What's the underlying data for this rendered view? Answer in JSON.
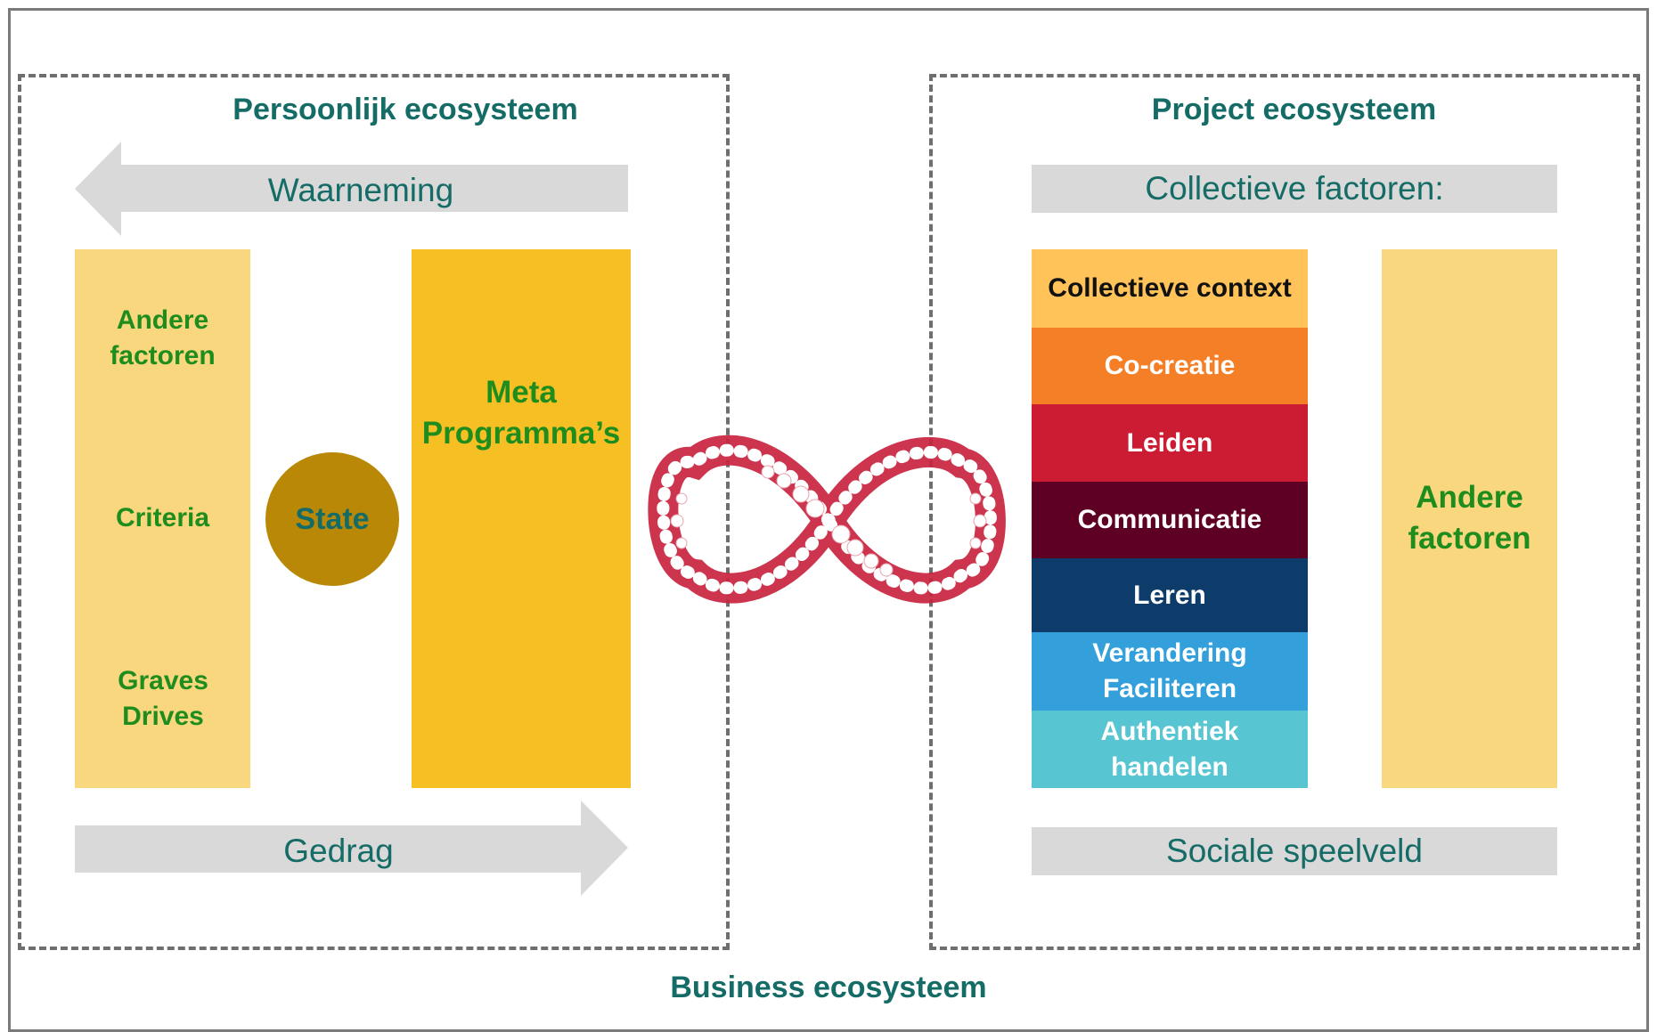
{
  "titles": {
    "personal": "Persoonlijk ecosysteem",
    "project": "Project ecosysteem",
    "business": "Business ecosysteem"
  },
  "personal": {
    "arrow_top": "Waarneming",
    "arrow_bottom": "Gedrag",
    "left_column": [
      "Andere factoren",
      "Criteria",
      "Graves Drives"
    ],
    "state": "State",
    "meta": "Meta Programma’s"
  },
  "project": {
    "band_top": "Collectieve factoren:",
    "band_bottom": "Sociale speelveld",
    "stack": [
      {
        "label": "Collectieve context",
        "color": "#ffc35a",
        "text_color": "#111111"
      },
      {
        "label": "Co-creatie",
        "color": "#f47f27",
        "text_color": "#ffffff"
      },
      {
        "label": "Leiden",
        "color": "#cc1c34",
        "text_color": "#ffffff"
      },
      {
        "label": "Communicatie",
        "color": "#5e0023",
        "text_color": "#ffffff"
      },
      {
        "label": "Leren",
        "color": "#0d3c6b",
        "text_color": "#ffffff"
      },
      {
        "label": "Verandering Faciliteren",
        "color": "#33a0dc",
        "text_color": "#ffffff"
      },
      {
        "label": "Authentiek handelen",
        "color": "#57c6d2",
        "text_color": "#ffffff"
      }
    ],
    "right_column": "Andere factoren"
  },
  "colors": {
    "title_teal": "#156c67",
    "green_text": "#1e8d1e",
    "light_yellow": "#f9d77e",
    "gold": "#f6bf23",
    "state_circle": "#b98807",
    "gray_band": "#d9d9d9",
    "infinity": "#c9243f"
  },
  "icons": {
    "center": "infinity-film-icon"
  }
}
